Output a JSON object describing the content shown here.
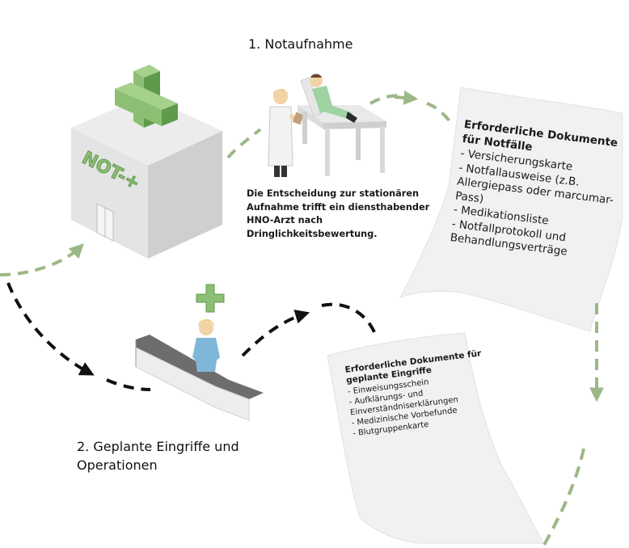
{
  "emergency": {
    "title": "1. Notaufnahme",
    "description": "Die Entscheidung zur stationären Aufnahme trifft ein diensthabender HNO-Arzt nach Dringlichkeitsbewertung.",
    "building_sign": "NOT-+",
    "documents": {
      "heading": "Erforderliche Dokumente für Notfälle",
      "items": [
        "- Versicherungskarte",
        "- Notfallausweise  (z.B. Allergiepass oder marcumar-Pass)",
        "- Medikationsliste",
        "- Notfallprotokoll und Behandlungsverträge"
      ]
    }
  },
  "planned": {
    "title_line1": "2. Geplante Eingriffe und",
    "title_line2": "Operationen",
    "documents": {
      "heading": "Erforderliche Dokumente für geplante Eingriffe",
      "items": [
        "- Einweisungsschein",
        "- Aufklärungs- und Einverständniserklärungen",
        "- Medizinische Vorbefunde",
        "- Blutgruppenkarte"
      ]
    }
  },
  "colors": {
    "green_arrow": "#9bb886",
    "black_arrow": "#111111",
    "cross_green": "#8cbf74",
    "cross_green_dark": "#5e9a4c",
    "building_front": "#e4e4e4",
    "building_side": "#cfcfcf",
    "paper": "#f1f1f1",
    "desk_top": "#6d6d6d",
    "desk_front": "#ededed",
    "scrubs": "#7fb7d8"
  },
  "icons": {
    "building": "hospital-building-icon",
    "doctor": "doctor-icon",
    "patient_bed": "patient-bed-icon",
    "reception": "reception-desk-icon",
    "nurse": "nurse-icon",
    "cross": "medical-cross-icon",
    "document": "document-icon"
  }
}
